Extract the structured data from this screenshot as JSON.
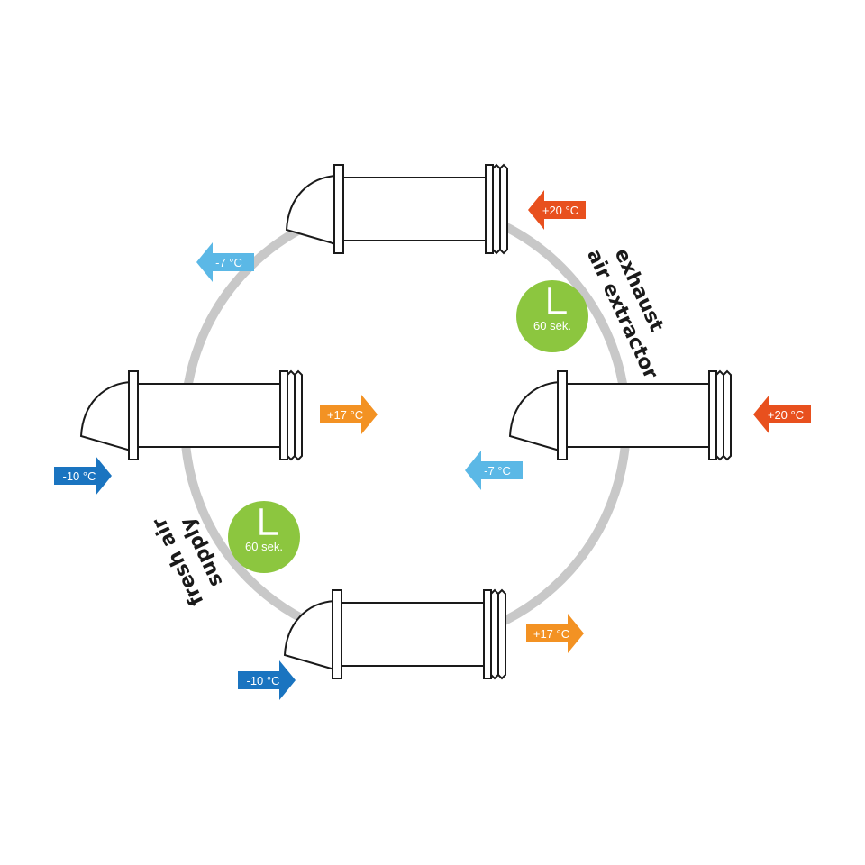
{
  "colors": {
    "cycle_ring": "#c8c8c8",
    "cold_arrow": "#1a74c0",
    "cool_arrow": "#5bb8e6",
    "warm_arrow": "#f39223",
    "hot_arrow": "#e8501e",
    "timer_badge": "#8cc63f",
    "outline": "#1a1a1a"
  },
  "labels": {
    "exhaust_line1": "exhaust",
    "exhaust_line2": "air extractor",
    "supply_line1": "fresh air",
    "supply_line2": "supply"
  },
  "timers": {
    "right": "60 sek.",
    "left": "60 sek."
  },
  "temperatures": {
    "top_indoor": "+20 °C",
    "top_outdoor": "-7 °C",
    "left_outdoor": "-10 °C",
    "left_indoor": "+17 °C",
    "right_indoor": "+20 °C",
    "right_outdoor": "-7 °C",
    "bottom_outdoor": "-10 °C",
    "bottom_indoor": "+17 °C"
  },
  "icons": {
    "timer": "clock-corner-icon",
    "arrow": "arrow-icon",
    "unit": "ventilation-unit-icon"
  }
}
